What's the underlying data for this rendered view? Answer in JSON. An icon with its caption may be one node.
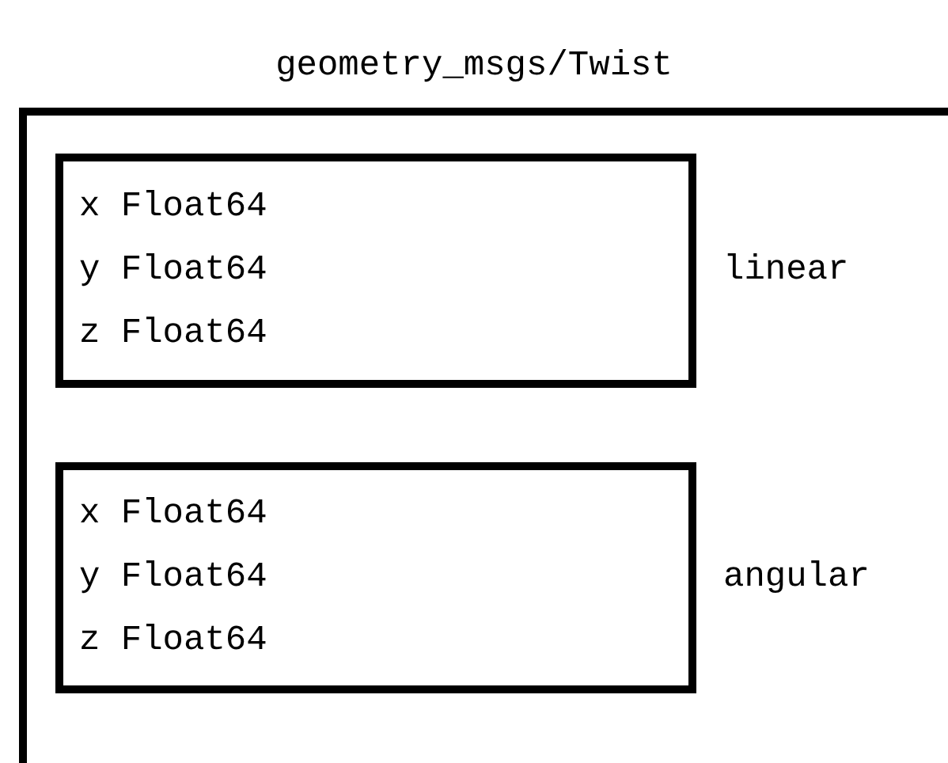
{
  "diagram": {
    "nodes": [
      {
        "text": [
          "geometry_msgs/Twist"
        ]
      },
      {
        "text": [
          "x Float64",
          "y Float64",
          "z Float64"
        ],
        "in": 0,
        "beside": [
          "linear"
        ]
      },
      {
        "text": [
          "x Float64",
          "y Float64",
          "z Float64"
        ],
        "in": 0,
        "beside": [
          "angular"
        ]
      }
    ]
  }
}
